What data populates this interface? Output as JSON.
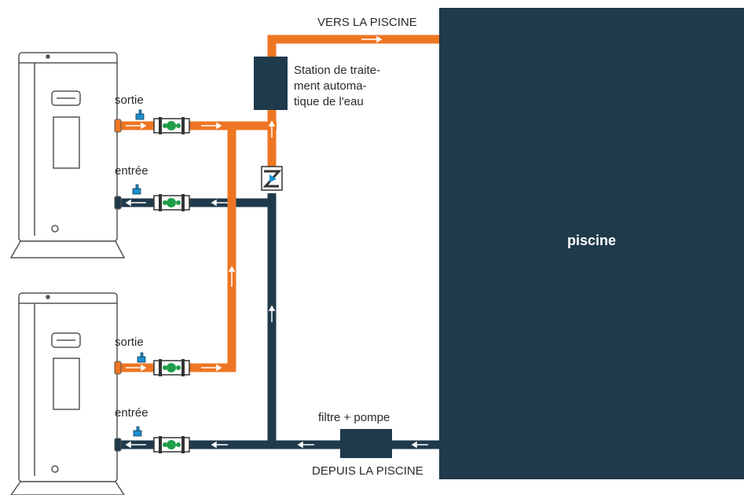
{
  "pool": {
    "label": "piscine"
  },
  "labels": {
    "to_pool": "VERS LA PISCINE",
    "from_pool": "DEPUIS LA PISCINE",
    "station": "Station de traite-\nment automa-\ntique de l'eau",
    "filter": "filtre + pompe",
    "unit1_outlet": "sortie",
    "unit1_inlet": "entrée",
    "unit2_outlet": "sortie",
    "unit2_inlet": "entrée"
  },
  "colors": {
    "hot_pipe": "#ee7623",
    "cold_pipe": "#1f3a4b",
    "pool": "#1f3a4b",
    "valve_green": "#1f9e49",
    "bypass_blue": "#1a8fd0"
  },
  "icons": {
    "heat_pump": "heat-pump-unit-icon",
    "valve": "valve-icon",
    "bypass": "bypass-valve-icon",
    "flow": "flow-arrow-icon"
  }
}
